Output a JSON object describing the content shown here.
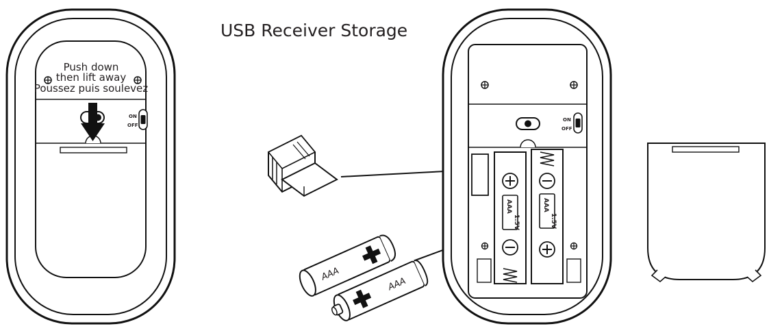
{
  "title": "USB Receiver Storage",
  "instruction": {
    "line1": "Push down",
    "line2": "then lift away",
    "line3": "Poussez puis soulevez"
  },
  "switch": {
    "on": "ON",
    "off": "OFF"
  },
  "battery_compartment": {
    "label_aaa": "AAA",
    "label_voltage": "1.5V"
  },
  "loose_batteries": {
    "label": "AAA"
  }
}
